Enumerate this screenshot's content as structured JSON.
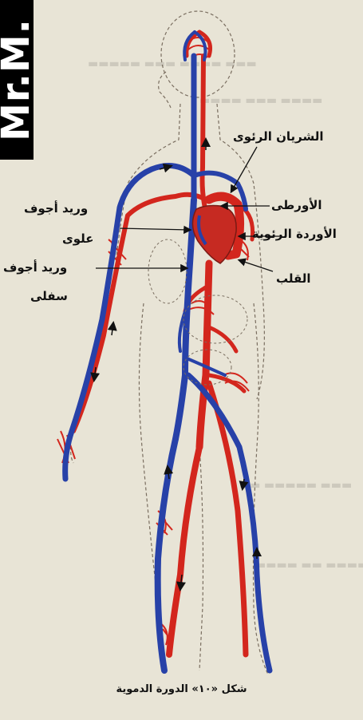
{
  "watermark": "Mr.M.",
  "labels": {
    "pulmonary_artery": "الشريان الرئوى",
    "aorta": "الأورطى",
    "pulmonary_veins": "الأوردة الرئوية",
    "heart": "القلب",
    "superior_vena_cava_1": "وريد أجوف",
    "superior_vena_cava_2": "علوى",
    "inferior_vena_cava_1": "وريد أجوف",
    "inferior_vena_cava_2": "سفلى"
  },
  "caption": "شكل «١٠» الدورة الدموية",
  "colors": {
    "vein": "#2741a8",
    "artery": "#d3261d",
    "paper": "#e8e4d6"
  }
}
